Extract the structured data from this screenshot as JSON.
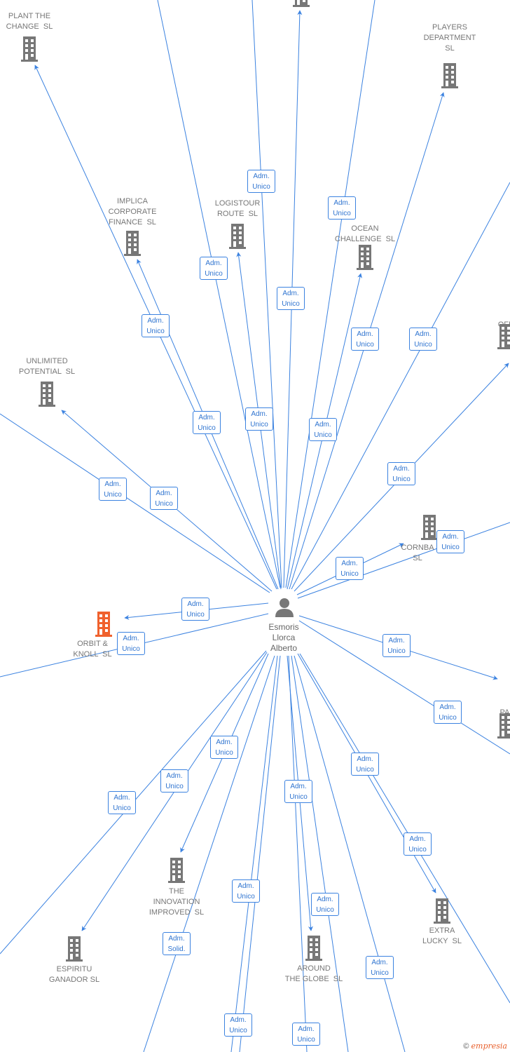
{
  "colors": {
    "edge": "#3b82e0",
    "company": "#777777",
    "highlight": "#f0612d",
    "person": "#777777"
  },
  "center": {
    "name": "Esmoris\nLlorca\nAlberto",
    "icon": "person-icon"
  },
  "nodes": [
    {
      "id": "plant",
      "label": "PLANT THE\nCHANGE  SL",
      "icon": "building-icon"
    },
    {
      "id": "players",
      "label": "PLAYERS\nDEPARTMENT\nSL",
      "icon": "building-icon"
    },
    {
      "id": "implica",
      "label": "IMPLICA\nCORPORATE\nFINANCE  SL",
      "icon": "building-icon"
    },
    {
      "id": "logistour",
      "label": "LOGISTOUR\nROUTE  SL",
      "icon": "building-icon"
    },
    {
      "id": "ocean",
      "label": "OCEAN\nCHALLENGE  SL",
      "icon": "building-icon"
    },
    {
      "id": "ofe",
      "label": "OFE",
      "icon": "building-icon"
    },
    {
      "id": "unlimited",
      "label": "UNLIMITED\nPOTENTIAL  SL",
      "icon": "building-icon"
    },
    {
      "id": "cornba",
      "label": "CORNBA\nSL",
      "icon": "building-icon"
    },
    {
      "id": "orbit",
      "label": "ORBIT &\nKNOLL  SL",
      "icon": "building-icon",
      "highlight": true
    },
    {
      "id": "pai",
      "label": "PAI\nL",
      "icon": "building-icon"
    },
    {
      "id": "innovation",
      "label": "THE\nINNOVATION\nIMPROVED  SL",
      "icon": "building-icon"
    },
    {
      "id": "espiritu",
      "label": "ESPIRITU\nGANADOR SL",
      "icon": "building-icon"
    },
    {
      "id": "around",
      "label": "AROUND\nTHE GLOBE  SL",
      "icon": "building-icon"
    },
    {
      "id": "extra",
      "label": "EXTRA\nLUCKY  SL",
      "icon": "building-icon"
    },
    {
      "id": "top",
      "label": "",
      "icon": "building-icon"
    }
  ],
  "edge_labels": [
    "Adm.\nUnico",
    "Adm.\nUnico",
    "Adm.\nUnico",
    "Adm.\nUnico",
    "Adm.\nUnico",
    "Adm.\nUnico",
    "Adm.\nUnico",
    "Adm.\nUnico",
    "Adm.\nUnico",
    "Adm.\nUnico",
    "Adm.\nUnico",
    "Adm.\nUnico",
    "Adm.\nUnico",
    "Adm.\nUnico",
    "Adm.\nUnico",
    "Adm.\nUnico",
    "Adm.\nUnico",
    "Adm.\nUnico",
    "Adm.\nUnico",
    "Adm.\nUnico",
    "Adm.\nUnico",
    "Adm.\nUnico",
    "Adm.\nUnico",
    "Adm.\nUnico",
    "Adm.\nUnico",
    "Adm.\nSolid.",
    "Adm.\nUnico",
    "Adm.\nUnico",
    "Adm.\nUnico",
    "Adm.\nUnico",
    "Adm.\nUnico"
  ],
  "footer": {
    "copyright": "©",
    "brand": "empresia"
  }
}
